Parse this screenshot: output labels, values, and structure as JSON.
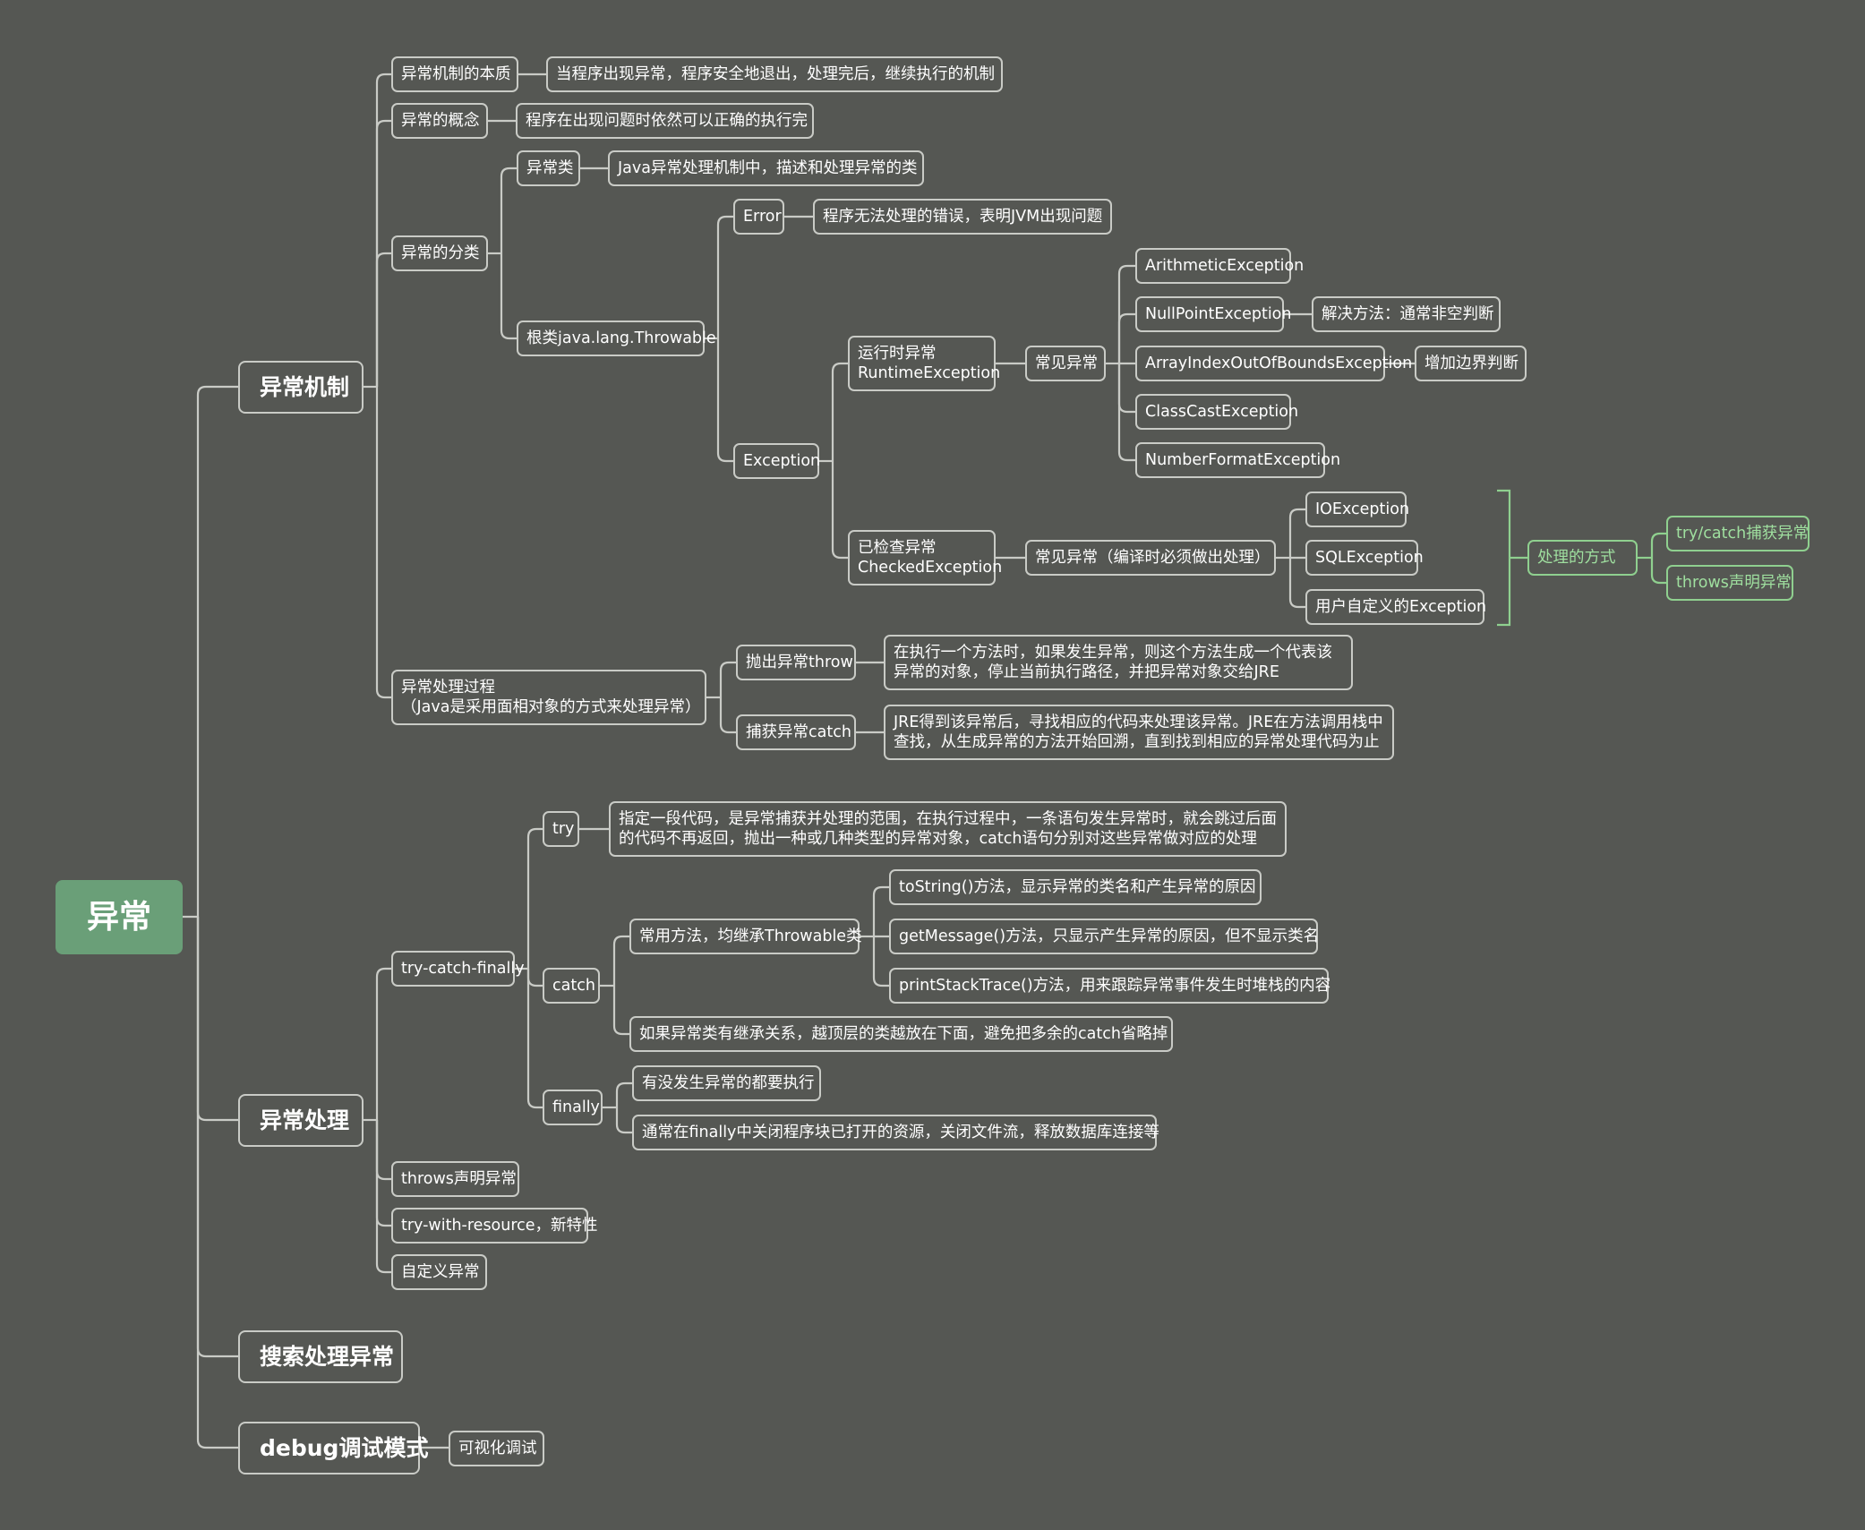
{
  "root": "异常",
  "mechanism": {
    "label": "异常机制",
    "essence": {
      "label": "异常机制的本质",
      "desc": "当程序出现异常，程序安全地退出，处理完后，继续执行的机制"
    },
    "concept": {
      "label": "异常的概念",
      "desc": "程序在出现问题时依然可以正确的执行完"
    },
    "classification": {
      "label": "异常的分类",
      "exception_class": {
        "label": "异常类",
        "desc": "Java异常处理机制中，描述和处理异常的类"
      },
      "throwable": {
        "label": "根类java.lang.Throwable",
        "error": {
          "label": "Error",
          "desc": "程序无法处理的错误，表明JVM出现问题"
        },
        "exception": {
          "label": "Exception",
          "runtime": {
            "label": "运行时异常\nRuntimeException",
            "common": "常见异常",
            "items": [
              "ArithmeticException",
              "NullPointException",
              "ArrayIndexOutOfBoundsException",
              "ClassCastException",
              "NumberFormatException"
            ],
            "null_fix": "解决方法：通常非空判断",
            "bounds_fix": "增加边界判断"
          },
          "checked": {
            "label": "已检查异常\nCheckedException",
            "common": "常见异常（编译时必须做出处理）",
            "items": [
              "IOException",
              "SQLException",
              "用户自定义的Exception"
            ],
            "handling": "处理的方式",
            "handling_items": [
              "try/catch捕获异常",
              "throws声明异常"
            ]
          }
        }
      }
    },
    "process": {
      "label": "异常处理过程\n（Java是采用面相对象的方式来处理异常）",
      "throw": {
        "label": "抛出异常throw",
        "desc": "在执行一个方法时，如果发生异常，则这个方法生成一个代表该\n异常的对象，停止当前执行路径，并把异常对象交给JRE"
      },
      "catch": {
        "label": "捕获异常catch",
        "desc": "JRE得到该异常后，寻找相应的代码来处理该异常。JRE在方法调用栈中\n查找，从生成异常的方法开始回溯，直到找到相应的异常处理代码为止"
      }
    }
  },
  "handling": {
    "label": "异常处理",
    "tcf": {
      "label": "try-catch-finally",
      "try": {
        "label": "try",
        "desc": "指定一段代码，是异常捕获并处理的范围，在执行过程中，一条语句发生异常时，就会跳过后面\n的代码不再返回，抛出一种或几种类型的异常对象，catch语句分别对这些异常做对应的处理"
      },
      "catch": {
        "label": "catch",
        "methods": "常用方法，均继承Throwable类",
        "method_items": [
          "toString()方法，显示异常的类名和产生异常的原因",
          "getMessage()方法，只显示产生异常的原因，但不显示类名",
          "printStackTrace()方法，用来跟踪异常事件发生时堆栈的内容"
        ],
        "order": "如果异常类有继承关系，越顶层的类越放在下面，避免把多余的catch省略掉"
      },
      "finally": {
        "label": "finally",
        "items": [
          "有没发生异常的都要执行",
          "通常在finally中关闭程序块已打开的资源，关闭文件流，释放数据库连接等"
        ]
      }
    },
    "throws": "throws声明异常",
    "twr": "try-with-resource，新特性",
    "custom": "自定义异常"
  },
  "search": "搜索处理异常",
  "debug": {
    "label": "debug调试模式",
    "visual": "可视化调试"
  }
}
